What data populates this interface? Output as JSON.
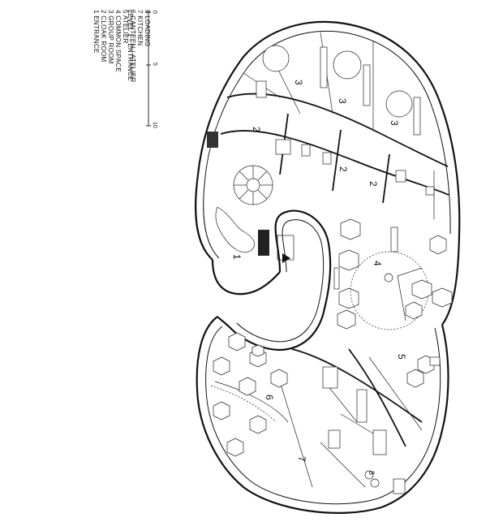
{
  "plan": {
    "title": "LEVEL 1 - ENTRANCE",
    "scale_labels": [
      "0",
      "5",
      "10"
    ],
    "legend": [
      "1 ENTRANCE",
      "2 CLOAK ROOM",
      "3 GROUP ROOM",
      "4 COMMON SPACE",
      "5 ATELIER",
      "6 CANTEEN / ATELIER",
      "7 KITCHEN",
      "8 LOADING"
    ],
    "room_labels": [
      "1",
      "2",
      "2",
      "2",
      "3",
      "3",
      "3",
      "4",
      "5",
      "6",
      "7",
      "8"
    ]
  }
}
